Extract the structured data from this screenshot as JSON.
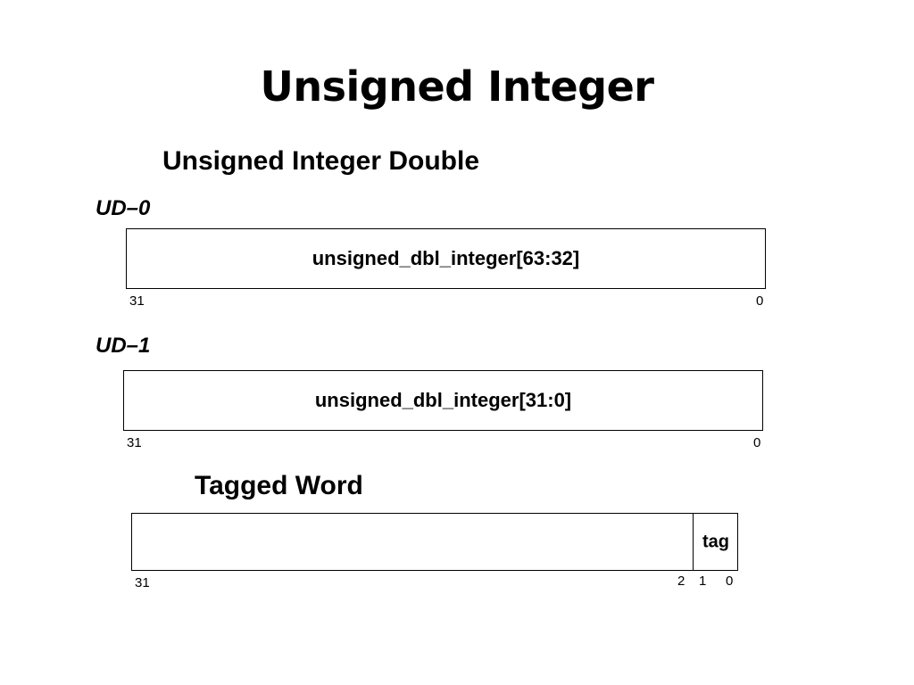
{
  "slide": {
    "title": "Unsigned Integer"
  },
  "figure": {
    "heading": "Unsigned Integer Double",
    "registers": [
      {
        "label": "UD–0",
        "field": "unsigned_dbl_integer[63:32]",
        "bit_high": "31",
        "bit_low": "0"
      },
      {
        "label": "UD–1",
        "field": "unsigned_dbl_integer[31:0]",
        "bit_high": "31",
        "bit_low": "0"
      }
    ],
    "tagged_word": {
      "heading": "Tagged Word",
      "tag_label": "tag",
      "bits": [
        "31",
        "2",
        "1",
        "0"
      ]
    }
  }
}
